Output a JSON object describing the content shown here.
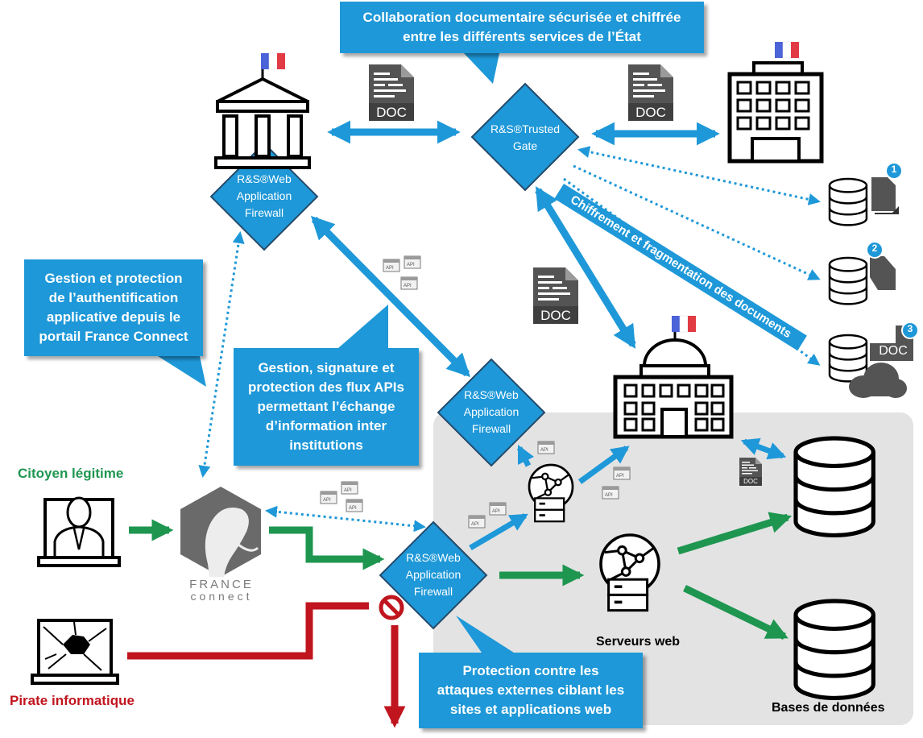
{
  "callouts": {
    "top": {
      "line1": "Collaboration documentaire sécurisée et chiffrée",
      "line2": "entre les différents services de l’État"
    },
    "auth": {
      "line1": "Gestion et protection",
      "line2": "de l’authentification",
      "line3": "applicative depuis le",
      "line4": "portail France Connect"
    },
    "api": {
      "line1": "Gestion, signature et",
      "line2": "protection des flux APIs",
      "line3": "permettant l’échange",
      "line4": "d’information inter",
      "line5": "institutions"
    },
    "protection": {
      "line1": "Protection contre les",
      "line2": "attaques externes ciblant les",
      "line3": "sites et applications web"
    }
  },
  "gates": {
    "trusted_gate": {
      "line1": "R&S®Trusted",
      "line2": "Gate"
    },
    "waf": {
      "line1": "R&S®Web",
      "line2": "Application",
      "line3": "Firewall"
    }
  },
  "doc_label": "DOC",
  "badges": [
    "1",
    "2",
    "3"
  ],
  "encryption_label": "Chiffrement et fragmentation des documents",
  "actors": {
    "citizen": "Citoyen légitime",
    "hacker": "Pirate informatique"
  },
  "france_connect": {
    "line1": "FRANCE",
    "line2": "connect"
  },
  "servers_label": "Serveurs web",
  "databases_label": "Bases de données",
  "colors": {
    "accent_blue": "#1e98d8",
    "legit_green": "#1e9650",
    "threat_red": "#c0151f",
    "zone_gray": "#e3e3e3",
    "doc_gray": "#545454"
  },
  "icons": [
    "flag-france-icon",
    "ministry-building-icon",
    "office-building-icon",
    "capitol-building-icon",
    "database-icon",
    "document-icon",
    "cloud-icon",
    "user-laptop-icon",
    "hacker-laptop-icon",
    "web-server-icon",
    "api-icon",
    "blocked-icon"
  ]
}
